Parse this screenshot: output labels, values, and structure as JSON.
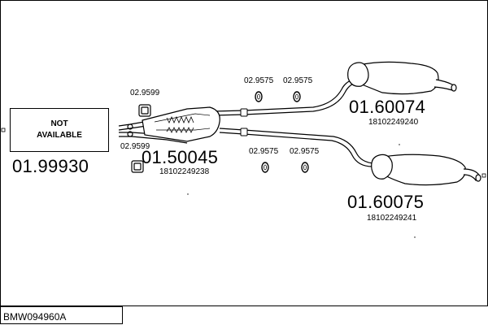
{
  "not_available_text": "NOT\nAVAILABLE",
  "part_numbers": {
    "p01_99930": "01.99930",
    "p01_50045": "01.50045",
    "p01_60074": "01.60074",
    "p01_60075": "01.60075"
  },
  "oem_numbers": {
    "oem_50045": "18102249238",
    "oem_60074": "18102249240",
    "oem_60075": "18102249241"
  },
  "fittings": {
    "f1": "02.9599",
    "f2": "02.9599",
    "f3": "02.9575",
    "f4": "02.9575",
    "f5": "02.9575",
    "f6": "02.9575"
  },
  "footer": {
    "code": "BMW094960A"
  }
}
